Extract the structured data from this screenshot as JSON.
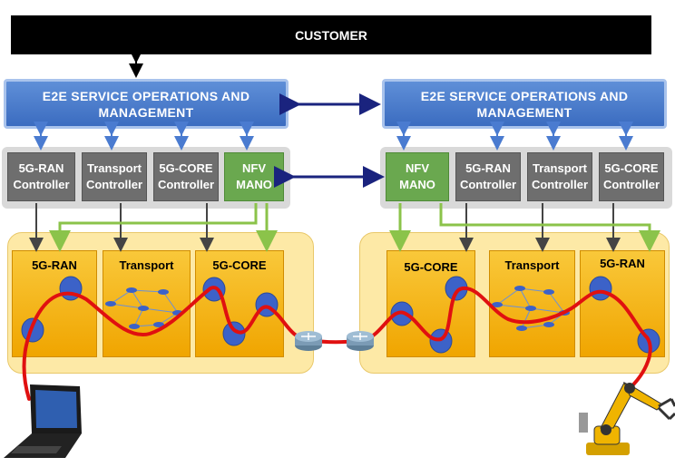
{
  "customer": {
    "label": "CUSTOMER"
  },
  "left": {
    "e2e_label": "E2E SERVICE OPERATIONS AND MANAGEMENT",
    "controllers": [
      "5G-RAN Controller",
      "Transport Controller",
      "5G-CORE Controller"
    ],
    "mano": "NFV MANO",
    "segments": [
      "5G-RAN",
      "Transport",
      "5G-CORE"
    ]
  },
  "right": {
    "e2e_label": "E2E SERVICE OPERATIONS AND MANAGEMENT",
    "controllers": [
      "5G-RAN Controller",
      "Transport Controller",
      "5G-CORE Controller"
    ],
    "mano": "NFV MANO",
    "segments": [
      "5G-CORE",
      "Transport",
      "5G-RAN"
    ]
  },
  "colors": {
    "e2e": "#3b6cc0",
    "controller": "#6e6e6e",
    "mano": "#6aa84f",
    "domain": "#fde9a6",
    "segment": "#f0a500",
    "path": "#e01010",
    "node": "#3c62c8",
    "interlink": "#1a237e"
  },
  "icons": [
    "laptop-icon",
    "robot-arm-icon",
    "router-icon"
  ]
}
